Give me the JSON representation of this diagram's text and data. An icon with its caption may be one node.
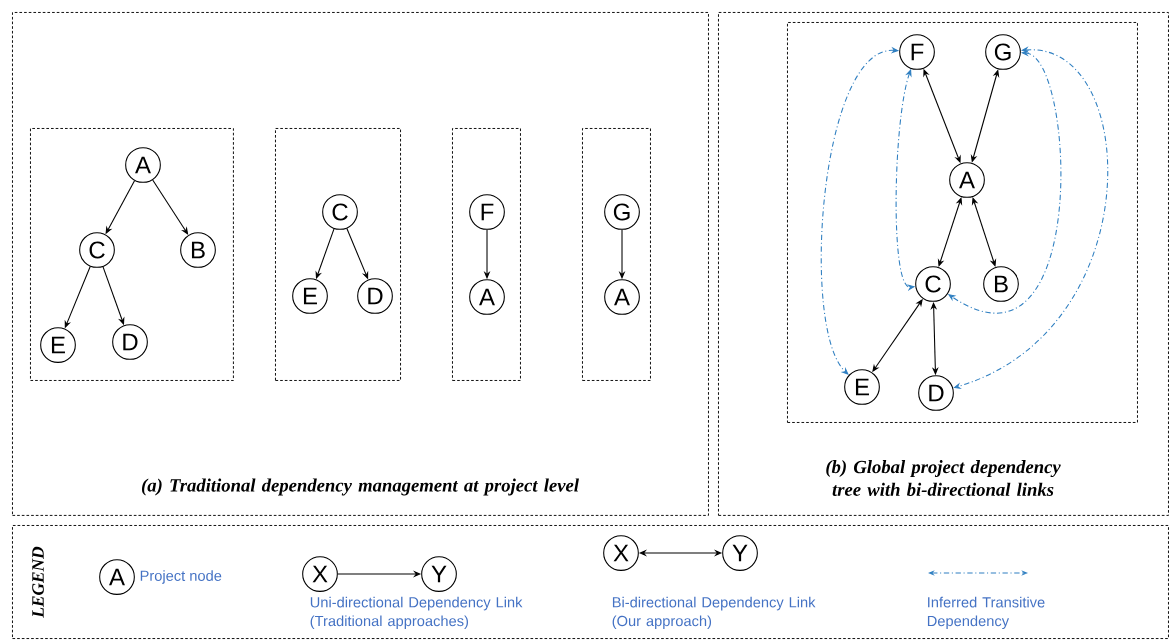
{
  "diagram": {
    "nodes": [
      {
        "text": [
          "(a) Traditional dependency management at project level"
        ]
      },
      {
        "text": [],
        "shape": "box",
        "in": 0
      },
      {
        "text": [
          "A"
        ],
        "in": 1
      },
      {
        "text": [
          "C"
        ],
        "in": 1
      },
      {
        "text": [
          "B"
        ],
        "in": 1
      },
      {
        "text": [
          "E"
        ],
        "in": 1
      },
      {
        "text": [
          "D"
        ],
        "in": 1
      },
      {
        "text": [],
        "shape": "box",
        "in": 0
      },
      {
        "text": [
          "C"
        ],
        "in": 7
      },
      {
        "text": [
          "E"
        ],
        "in": 7
      },
      {
        "text": [
          "D"
        ],
        "in": 7
      },
      {
        "text": [],
        "shape": "box",
        "in": 0
      },
      {
        "text": [
          "F"
        ],
        "in": 11
      },
      {
        "text": [
          "A"
        ],
        "in": 11
      },
      {
        "text": [],
        "shape": "box",
        "in": 0
      },
      {
        "text": [
          "G"
        ],
        "in": 14
      },
      {
        "text": [
          "A"
        ],
        "in": 14
      },
      {
        "text": [
          "(b) Global project dependency tree with bi-directional links"
        ]
      },
      {
        "text": [],
        "shape": "box",
        "in": 17
      },
      {
        "text": [
          "F"
        ],
        "in": 18
      },
      {
        "text": [
          "G"
        ],
        "in": 18
      },
      {
        "text": [
          "A"
        ],
        "in": 18
      },
      {
        "text": [
          "C"
        ],
        "in": 18
      },
      {
        "text": [
          "B"
        ],
        "in": 18
      },
      {
        "text": [
          "E"
        ],
        "in": 18
      },
      {
        "text": [
          "D"
        ],
        "in": 18
      },
      {
        "text": [
          "LEGEND"
        ]
      },
      {
        "text": [
          "A"
        ],
        "beside": [
          "Project node"
        ],
        "in": 26
      },
      {
        "text": [
          "X"
        ],
        "in": 26
      },
      {
        "text": [
          "Y"
        ],
        "in": 26
      },
      {
        "text": [
          "X"
        ],
        "in": 26
      },
      {
        "text": [
          "Y"
        ],
        "in": 26
      }
    ],
    "edges": [
      {
        "from": 2,
        "to": 3,
        "arrow": "to"
      },
      {
        "from": 2,
        "to": 4,
        "arrow": "to"
      },
      {
        "from": 3,
        "to": 5,
        "arrow": "to"
      },
      {
        "from": 3,
        "to": 6,
        "arrow": "to"
      },
      {
        "from": 8,
        "to": 9,
        "arrow": "to"
      },
      {
        "from": 8,
        "to": 10,
        "arrow": "to"
      },
      {
        "from": 12,
        "to": 13,
        "arrow": "to"
      },
      {
        "from": 15,
        "to": 16,
        "arrow": "to"
      },
      {
        "from": 19,
        "to": 21,
        "arrow": "both"
      },
      {
        "from": 20,
        "to": 21,
        "arrow": "both"
      },
      {
        "from": 21,
        "to": 22,
        "arrow": "both"
      },
      {
        "from": 21,
        "to": 23,
        "arrow": "both"
      },
      {
        "from": 22,
        "to": 24,
        "arrow": "both"
      },
      {
        "from": 22,
        "to": 25,
        "arrow": "both"
      },
      {
        "from": 19,
        "to": 24,
        "arrow": "both",
        "style": "dashed",
        "color": "#2f7fc1"
      },
      {
        "from": 19,
        "to": 22,
        "arrow": "both",
        "style": "dashed",
        "color": "#2f7fc1"
      },
      {
        "from": 20,
        "to": 22,
        "arrow": "both",
        "style": "dashed",
        "color": "#2f7fc1"
      },
      {
        "from": 20,
        "to": 25,
        "arrow": "both",
        "style": "dashed",
        "color": "#2f7fc1"
      },
      {
        "from": 28,
        "to": 29,
        "arrow": "to"
      },
      {
        "from": 30,
        "to": 31,
        "arrow": "both"
      }
    ],
    "labels": [
      "Uni-directional Dependency Link (Traditional approaches)",
      "Bi-directional Dependency Link (Our approach)"
    ],
    "legend": [
      {
        "text": "Inferred Transitive Dependency"
      }
    ]
  }
}
